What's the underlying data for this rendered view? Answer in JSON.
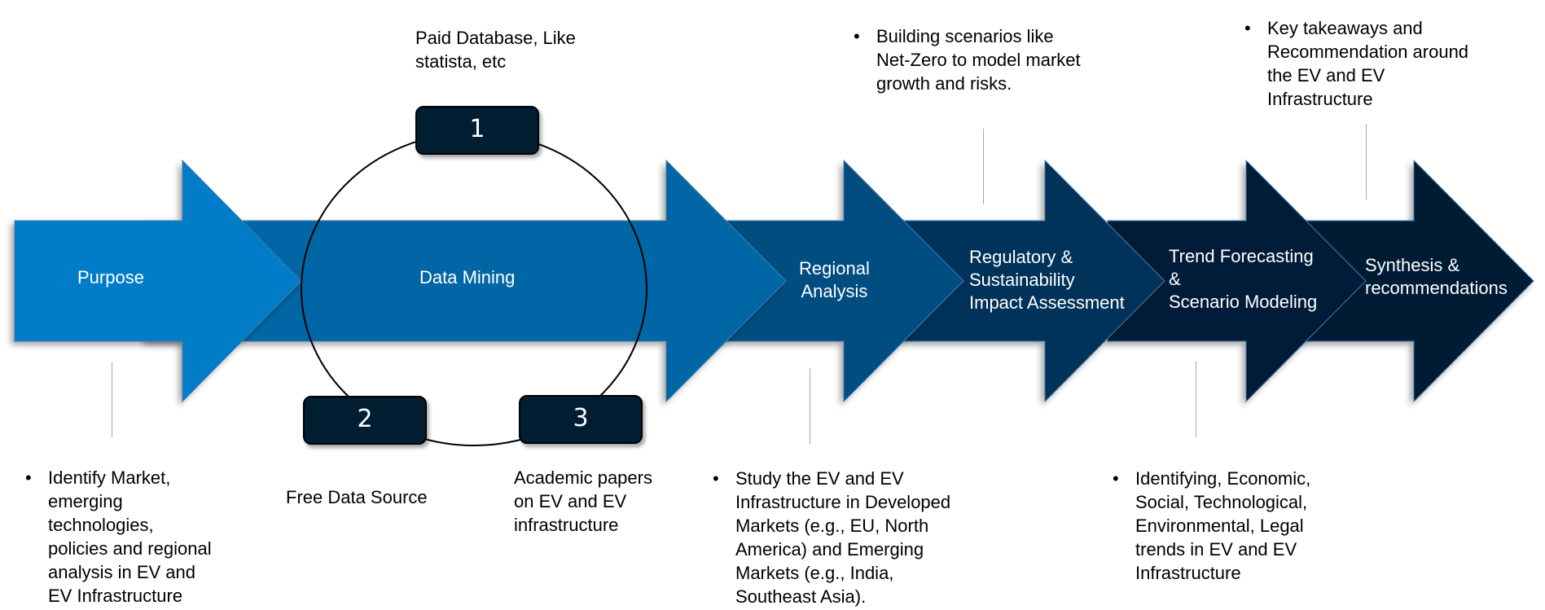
{
  "colors": {
    "stage_fills": [
      "#007bc8",
      "#0066a5",
      "#004e82",
      "#00325a",
      "#011f38",
      "#021e35"
    ],
    "badge_fill": "#021e33",
    "connector_line": "#a6a6a6"
  },
  "stages": [
    {
      "label": "Purpose"
    },
    {
      "label": "Data Mining"
    },
    {
      "label": "Regional\nAnalysis"
    },
    {
      "label": "Regulatory &\nSustainability\nImpact Assessment"
    },
    {
      "label": "Trend Forecasting\n &\n Scenario Modeling"
    },
    {
      "label": "Synthesis &\nrecommendations"
    }
  ],
  "data_sources": [
    {
      "number": "1",
      "caption": "Paid Database, Like\nstatista, etc"
    },
    {
      "number": "2",
      "caption": "Free Data Source"
    },
    {
      "number": "3",
      "caption": "Academic papers\non EV and EV\ninfrastructure"
    }
  ],
  "notes": {
    "purpose": {
      "bullet": "•",
      "text": "Identify Market,\nemerging\ntechnologies,\npolicies and regional\nanalysis in EV and\nEV Infrastructure"
    },
    "regional": {
      "bullet": "•",
      "text": "Study the EV and EV\nInfrastructure in Developed\nMarkets (e.g., EU, North\nAmerica)  and Emerging\nMarkets (e.g., India,\nSoutheast Asia)."
    },
    "regulatory": {
      "bullet": "•",
      "text": "Building  scenarios like\nNet-Zero  to model market\ngrowth and risks."
    },
    "trend": {
      "bullet": "•",
      "text": "Identifying, Economic,\nSocial, Technological,\nEnvironmental, Legal\ntrends in EV and EV\nInfrastructure"
    },
    "synthesis": {
      "bullet": "•",
      "text": "Key takeaways and\nRecommendation around\nthe EV and EV\nInfrastructure"
    }
  }
}
